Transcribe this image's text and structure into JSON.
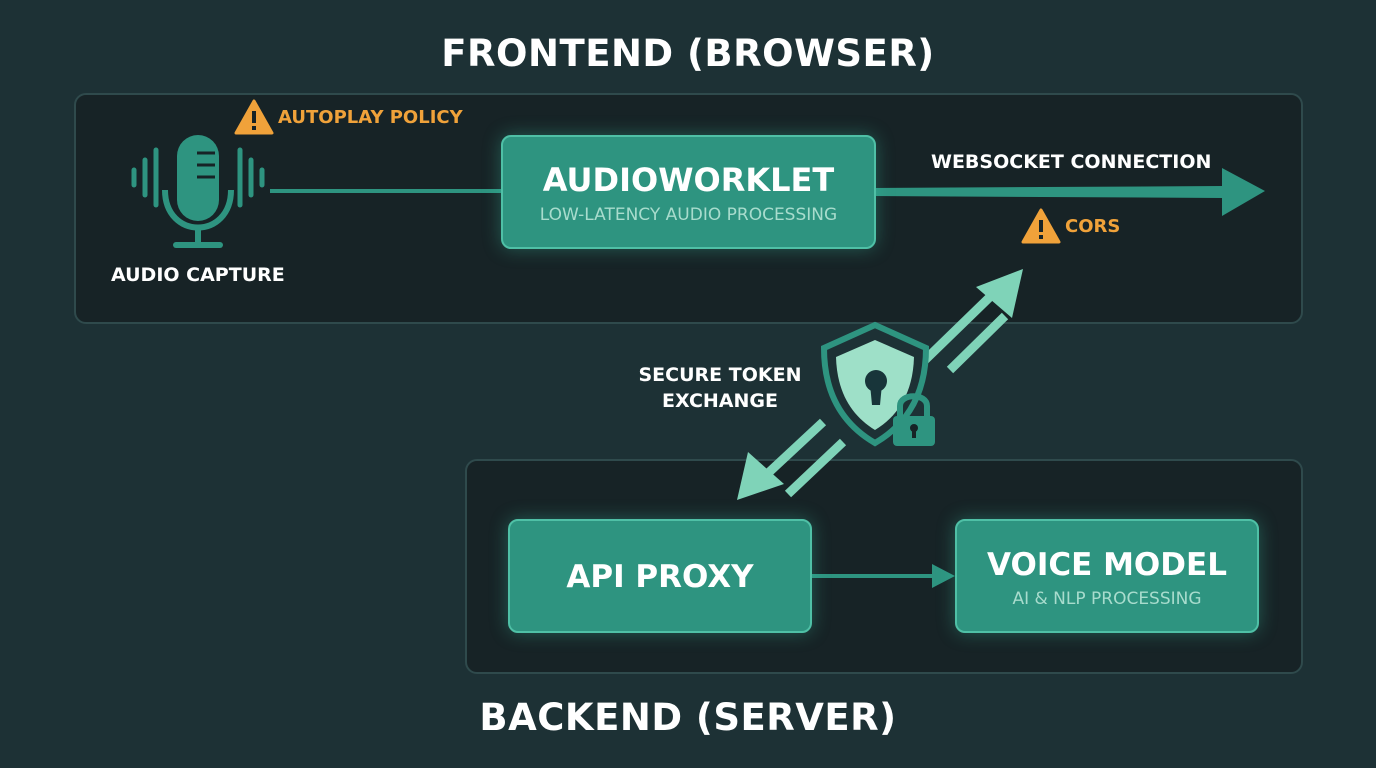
{
  "frontend": {
    "title": "FRONTEND (BROWSER)",
    "audio_capture_label": "AUDIO CAPTURE",
    "audioworklet": {
      "title": "AUDIOWORKLET",
      "subtitle": "LOW-LATENCY AUDIO PROCESSING"
    },
    "websocket_label": "WEBSOCKET CONNECTION",
    "warnings": {
      "autoplay": "AUTOPLAY POLICY",
      "cors": "CORS"
    }
  },
  "security": {
    "label": "SECURE TOKEN EXCHANGE",
    "icon": "shield-lock-icon"
  },
  "backend": {
    "title": "BACKEND (SERVER)",
    "api_proxy": {
      "title": "API PROXY"
    },
    "voice_model": {
      "title": "VOICE MODEL",
      "subtitle": "AI & NLP PROCESSING"
    }
  },
  "colors": {
    "background": "#1d3135",
    "panel": "#172326",
    "accent": "#2e9480",
    "accent_light": "#7fd3b8",
    "warning": "#f0a23a"
  }
}
